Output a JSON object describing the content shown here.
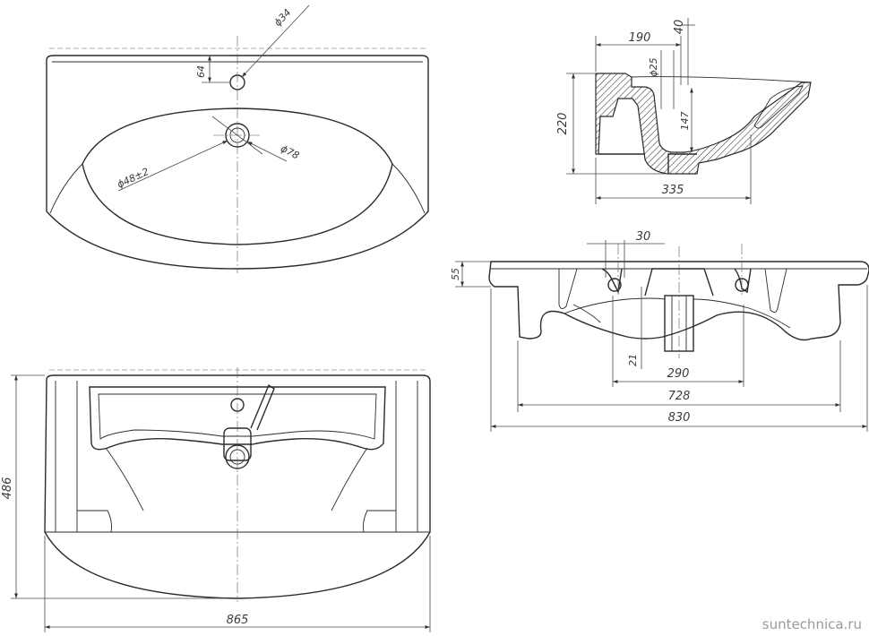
{
  "watermark": "suntechnica.ru",
  "top_view": {
    "dim_hole_dia": "ϕ34",
    "dim_hole_offset": "64",
    "dim_drain_dia": "ϕ78",
    "dim_drain_bore": "ϕ48±2"
  },
  "bottom_view": {
    "dim_depth": "486",
    "dim_width": "865"
  },
  "side_section": {
    "dim_top_offset": "190",
    "dim_small": "40",
    "dim_hole": "ϕ25",
    "dim_height": "220",
    "dim_inner": "147",
    "dim_depth": "335"
  },
  "front_view": {
    "dim_30": "30",
    "dim_rim": "55",
    "dim_21": "21",
    "dim_290": "290",
    "dim_728": "728",
    "dim_830": "830"
  }
}
